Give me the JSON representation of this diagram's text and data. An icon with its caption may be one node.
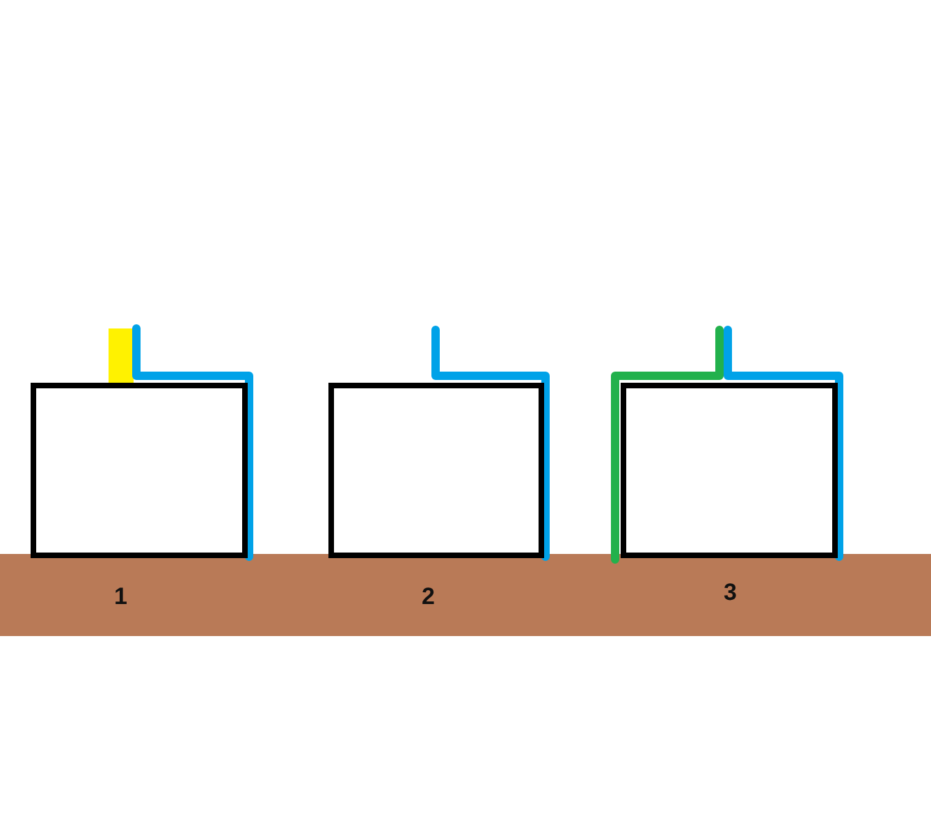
{
  "diagram": {
    "nodes": [
      {
        "text": [],
        "shape": "box",
        "beside": [
          "1"
        ]
      },
      {
        "text": [],
        "shape": "box",
        "beside": [
          "2"
        ]
      },
      {
        "text": [],
        "shape": "box",
        "beside": [
          "3"
        ]
      }
    ]
  }
}
